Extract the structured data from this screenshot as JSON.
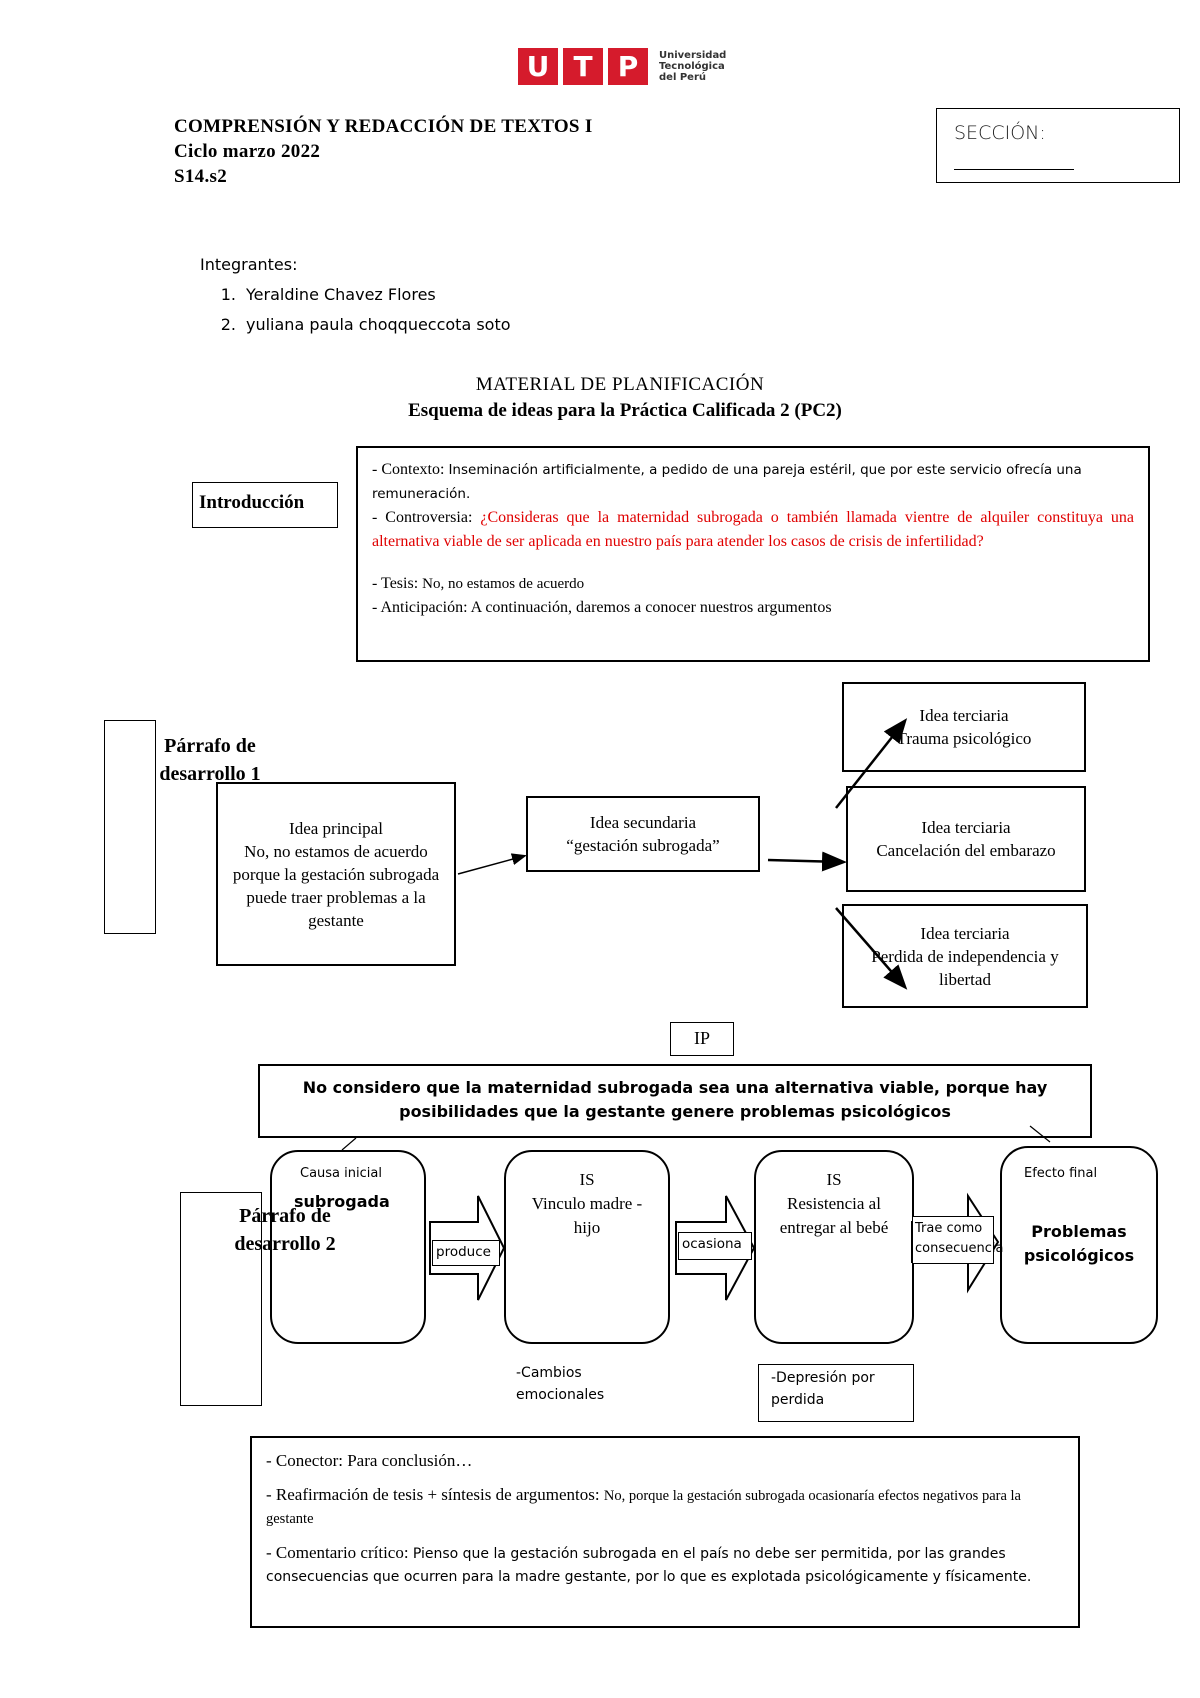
{
  "logo": {
    "letters": [
      "U",
      "T",
      "P"
    ],
    "lines": [
      "Universidad",
      "Tecnológica",
      "del Perú"
    ]
  },
  "header": {
    "course": "COMPRENSIÓN Y REDACCIÓN DE TEXTOS I",
    "cycle": "Ciclo marzo 2022",
    "session": "S14.s2"
  },
  "section": {
    "label": "SECCIÓN:"
  },
  "members": {
    "label": "Integrantes:",
    "items": [
      {
        "num": "1.",
        "name": "Yeraldine Chavez Flores"
      },
      {
        "num": "2.",
        "name": "yuliana paula choqqueccota soto"
      }
    ]
  },
  "title": {
    "main": "MATERIAL DE PLANIFICACIÓN",
    "sub": "Esquema de ideas para la Práctica Calificada 2 (PC2)"
  },
  "intro": {
    "label": "Introducción",
    "context_label": "- Contexto:",
    "context_text": "Inseminación artificialmente, a pedido de una pareja estéril, que por este servicio ofrecía una remuneración.",
    "controversy_label": "- Controversia:",
    "controversy_text": "¿Consideras que la maternidad subrogada o también llamada vientre de alquiler constituya una alternativa viable de ser aplicada en nuestro país para atender los casos de crisis de infertilidad?",
    "thesis_label": "- Tesis:",
    "thesis_text": "No, no estamos de acuerdo",
    "anticipation_label": "- Anticipación:",
    "anticipation_text": "A continuación, daremos a conocer nuestros argumentos"
  },
  "p1": {
    "label_line1": "Párrafo de",
    "label_line2": "desarrollo 1",
    "main_title": "Idea principal",
    "main_text": "No, no estamos de acuerdo porque la gestación subrogada puede traer problemas a la gestante",
    "secondary_title": "Idea secundaria",
    "secondary_text": "“gestación subrogada”",
    "tertiary": [
      {
        "title": "Idea terciaria",
        "text": "Trauma psicológico"
      },
      {
        "title": "Idea terciaria",
        "text": "Cancelación del embarazo"
      },
      {
        "title": "Idea terciaria",
        "text": "Perdida de independencia y libertad"
      }
    ]
  },
  "p2": {
    "ip_label": "IP",
    "ip_text": "No considero que la maternidad subrogada sea una alternativa viable, porque hay posibilidades que la gestante genere problemas psicológicos",
    "label_line1": "Párrafo de",
    "label_line2": "desarrollo 2",
    "cause_label": "Causa inicial",
    "cause_text": "subrogada",
    "is1_title": "IS",
    "is1_text": "Vinculo madre - hijo",
    "is2_title": "IS",
    "is2_text": "Resistencia al entregar al bebé",
    "effect_label": "Efecto final",
    "effect_text": "Problemas psicológicos",
    "connector1": "produce",
    "connector2": "ocasiona",
    "connector3": "Trae como consecuencia",
    "note1": "-Cambios emocionales",
    "note2": "-Depresión por perdida"
  },
  "conclusion": {
    "connector_label": "- Conector:",
    "connector_text": "Para conclusión…",
    "reaffirm_label": "- Reafirmación de tesis + síntesis de argumentos:",
    "reaffirm_text": "No, porque la gestación subrogada ocasionaría efectos negativos para la gestante",
    "comment_label": "- Comentario crítico:",
    "comment_text": "Pienso que la gestación subrogada en el país no debe ser permitida, por las grandes consecuencias que ocurren para la madre gestante, por lo que es explotada psicológicamente y físicamente."
  }
}
